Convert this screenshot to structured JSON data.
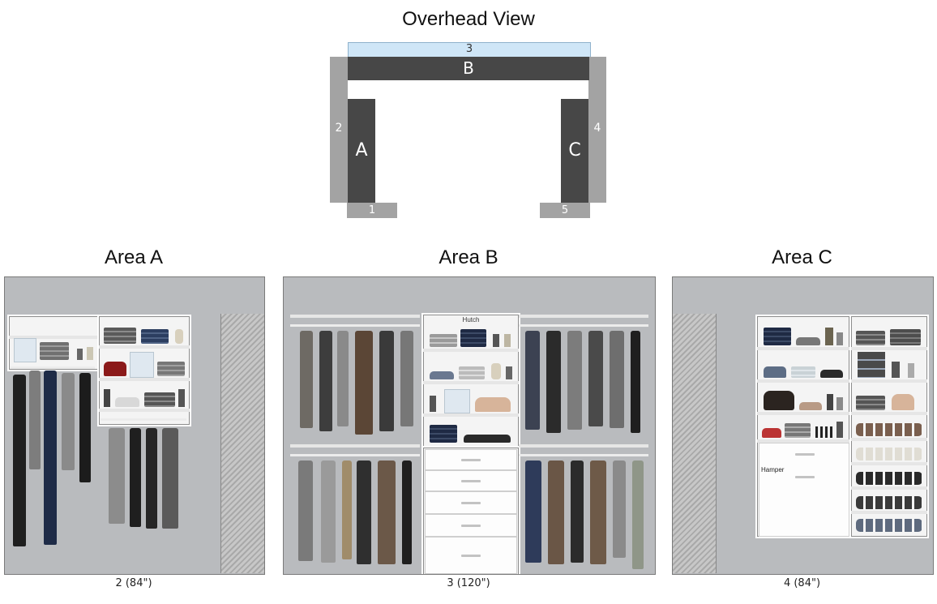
{
  "overhead": {
    "title": "Overhead View",
    "labels": {
      "top_strip": "3",
      "wall_b": "B",
      "wall_a": "A",
      "wall_c": "C",
      "side_left": "2",
      "side_right": "4",
      "base_left": "1",
      "base_right": "5"
    },
    "colors": {
      "dark": "#474747",
      "light": "#a3a3a3",
      "top": "#cfe6f7"
    }
  },
  "areas": [
    {
      "title": "Area A",
      "caption": "2 (84\")"
    },
    {
      "title": "Area B",
      "caption": "3 (120\")",
      "hutch_label": "Hutch"
    },
    {
      "title": "Area C",
      "caption": "4 (84\")",
      "hamper_label": "Hamper"
    }
  ]
}
